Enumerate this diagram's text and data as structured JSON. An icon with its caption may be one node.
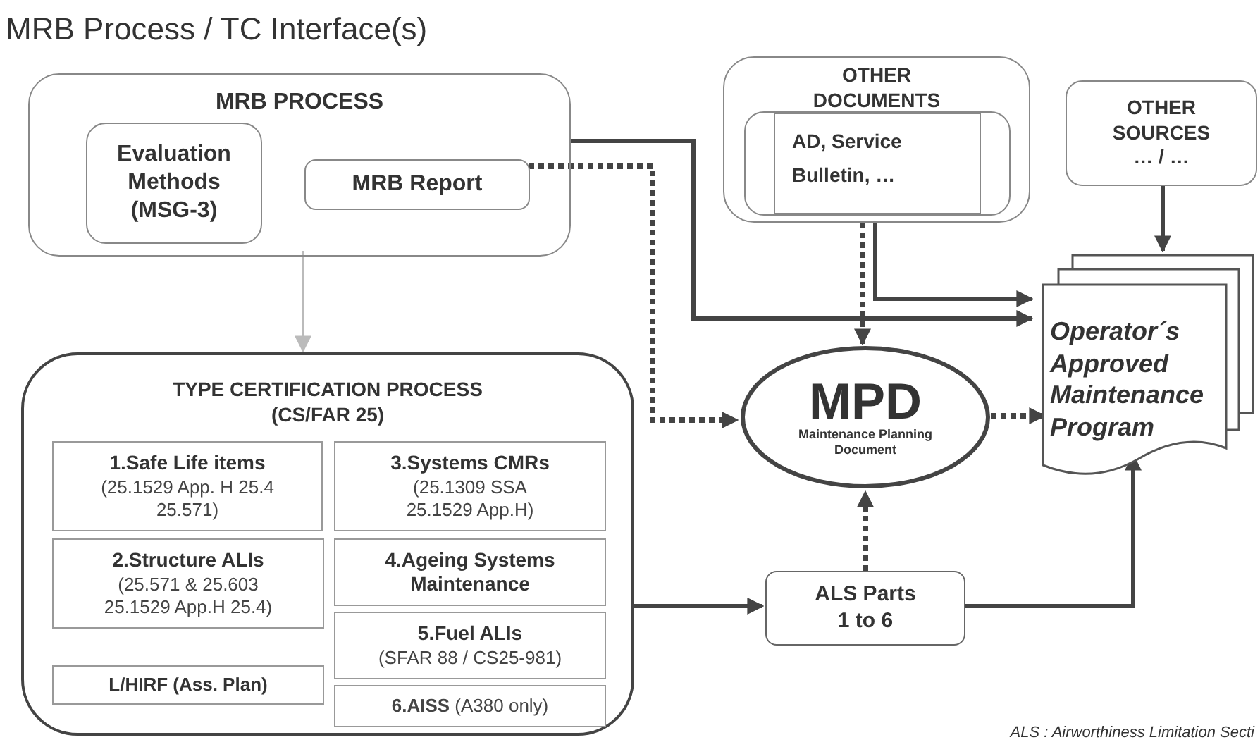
{
  "diagram": {
    "title": "MRB Process / TC Interface(s)",
    "nodes": [
      {
        "text": [
          "MRB PROCESS"
        ]
      },
      {
        "text": [
          "Evaluation Methods (MSG-3)"
        ],
        "in": 0
      },
      {
        "text": [
          "MRB Report"
        ],
        "in": 0
      },
      {
        "text": [
          "TYPE CERTIFICATION PROCESS (CS/FAR 25)"
        ]
      },
      {
        "text": [
          "1.Safe Life items",
          "(25.1529 App. H 25.4 25.571)"
        ],
        "in": 3
      },
      {
        "text": [
          "2.Structure ALIs",
          "(25.571 & 25.603 25.1529 App.H 25.4)"
        ],
        "in": 3
      },
      {
        "text": [
          "L/HIRF (Ass. Plan)"
        ],
        "in": 3
      },
      {
        "text": [
          "3.Systems CMRs",
          "(25.1309 SSA 25.1529 App.H)"
        ],
        "in": 3
      },
      {
        "text": [
          "4.Ageing Systems Maintenance"
        ],
        "in": 3
      },
      {
        "text": [
          "5.Fuel ALIs",
          "(SFAR 88 / CS25-981)"
        ],
        "in": 3
      },
      {
        "text": [
          "**6.AISS** (A380 only)"
        ],
        "in": 3
      },
      {
        "text": [
          "OTHER DOCUMENTS"
        ]
      },
      {
        "text": [
          "AD, Service Bulletin, …"
        ],
        "in": 11
      },
      {
        "text": [
          "OTHER SOURCES",
          "… / …"
        ]
      },
      {
        "text": [
          "MPD",
          "Maintenance Planning Document"
        ]
      },
      {
        "text": [
          "Operator´s Approved Maintenance Program"
        ]
      },
      {
        "text": [
          "ALS Parts 1 to 6"
        ]
      }
    ],
    "edges": [
      {
        "from": 0,
        "to": 15,
        "arrow": "to"
      },
      {
        "from": 2,
        "to": 14,
        "arrow": "to",
        "style": "dashed"
      },
      {
        "from": 11,
        "to": 14,
        "arrow": "to",
        "style": "dashed"
      },
      {
        "from": 11,
        "to": 15,
        "arrow": "to"
      },
      {
        "from": 13,
        "to": 15,
        "arrow": "to"
      },
      {
        "from": 14,
        "to": 15,
        "arrow": "to",
        "style": "dashed"
      },
      {
        "from": 3,
        "to": 16,
        "arrow": "to"
      },
      {
        "from": 16,
        "to": 14,
        "arrow": "to",
        "style": "dashed"
      },
      {
        "from": 16,
        "to": 15,
        "arrow": "to"
      },
      {
        "from": 0,
        "to": 3,
        "arrow": "to",
        "color": "#bbbbbb"
      }
    ],
    "labels": [
      "ALS : Airworthiness Limitation Secti"
    ]
  }
}
